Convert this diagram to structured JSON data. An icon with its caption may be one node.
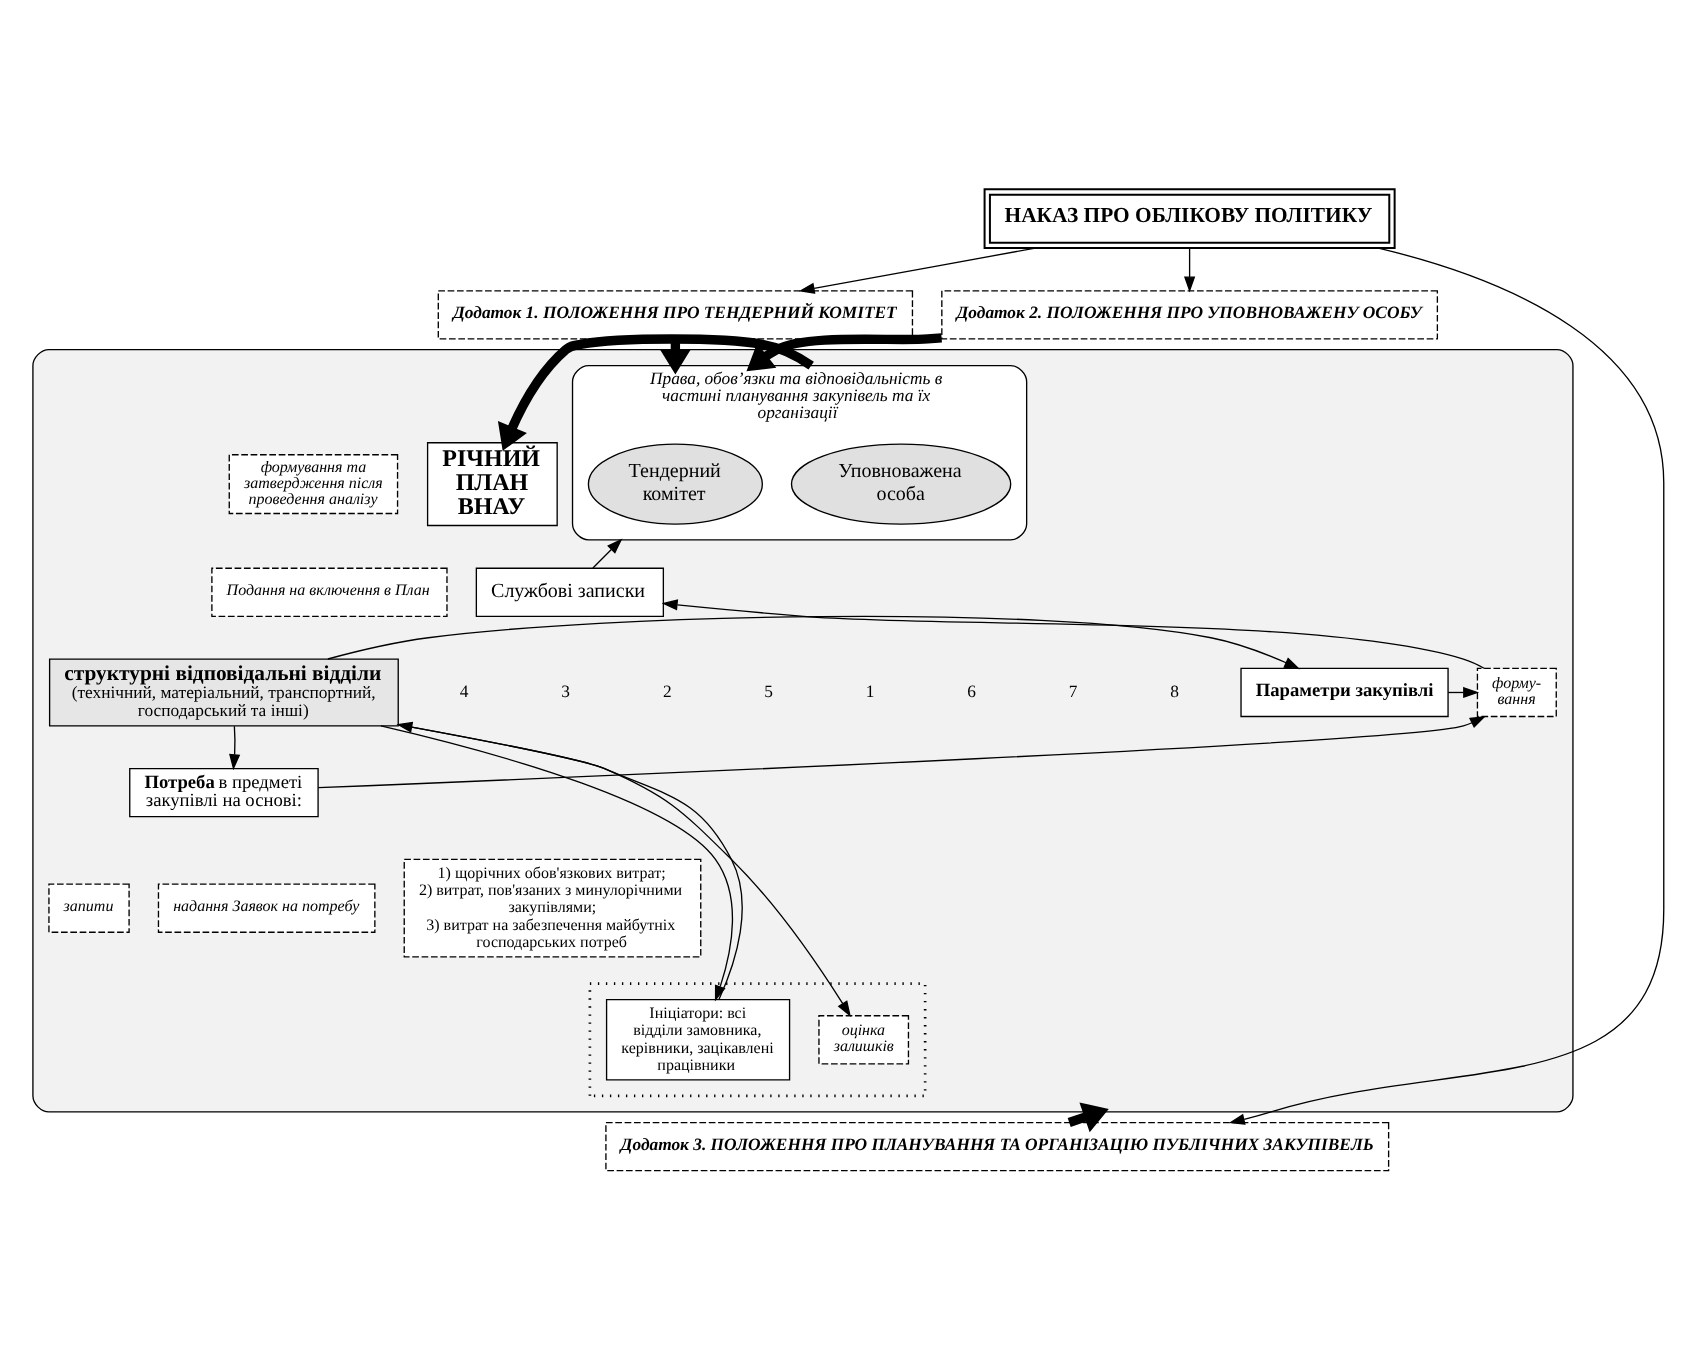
{
  "diagram": {
    "nodes": [
      {
        "text": [
          "НАКАЗ ПРО ОБЛІКОВУ ПОЛІТИКУ"
        ]
      },
      {
        "text": [
          "Додаток 1. ПОЛОЖЕННЯ ПРО ТЕНДЕРНИЙ КОМІТЕТ"
        ]
      },
      {
        "text": [
          "Додаток 2. ПОЛОЖЕННЯ ПРО УПОВНОВАЖЕНУ ОСОБУ"
        ]
      },
      {
        "text": [],
        "shape": "box"
      },
      {
        "text": [
          "Права, обов’язки та відповідальність в частині планування закупівель та їх організації"
        ],
        "in": 3
      },
      {
        "text": [
          "Тендерний комітет"
        ],
        "in": 4
      },
      {
        "text": [
          "Уповноважена особа"
        ],
        "in": 4
      },
      {
        "text": [
          "формування та затвердження після проведення аналізу"
        ],
        "in": 3
      },
      {
        "text": [
          "РІЧНИЙ ПЛАН ВНАУ"
        ],
        "in": 3
      },
      {
        "text": [
          "Подання на включення в План"
        ],
        "in": 3
      },
      {
        "text": [
          "Службові записки"
        ],
        "in": 3
      },
      {
        "text": [
          "структурні відповідальні відділи",
          "(технічний, матеріальний, транспортний, господарський та інші)"
        ],
        "in": 3
      },
      {
        "text": [
          "Параметри закупівлі"
        ],
        "in": 3
      },
      {
        "text": [
          "**Потреба** в предметі закупівлі на основі:"
        ],
        "in": 3
      },
      {
        "text": [
          "форму- вання"
        ],
        "in": 3
      },
      {
        "text": [
          "1) щорічних обов'язкових витрат;",
          "2) витрат, пов'язаних з минулорічними закупівлями;",
          "3) витрат на забезпечення майбутніх господарських потреб"
        ],
        "in": 3
      },
      {
        "text": [],
        "shape": "box",
        "in": 3
      },
      {
        "text": [
          "запити"
        ],
        "in": 3
      },
      {
        "text": [
          "надання Заявок на потребу"
        ],
        "in": 3
      },
      {
        "text": [
          "Ініціатори: всі відділи замовника, керівники, зацікавлені працівники"
        ],
        "in": 16
      },
      {
        "text": [
          "оцінка залишків"
        ],
        "in": 16
      },
      {
        "text": [
          "Додаток 3. ПОЛОЖЕННЯ ПРО ПЛАНУВАННЯ ТА ОРГАНІЗАЦІЮ ПУБЛІЧНИХ ЗАКУПІВЕЛЬ"
        ]
      }
    ],
    "edges": [
      {
        "from": 0,
        "to": 1,
        "arrow": "to"
      },
      {
        "from": 0,
        "to": 2,
        "arrow": "to"
      },
      {
        "from": 0,
        "to": 21,
        "arrow": "to"
      },
      {
        "from": 1,
        "to": 4,
        "arrow": "to",
        "style": "thick"
      },
      {
        "from": 2,
        "to": 4,
        "arrow": "to",
        "style": "thick"
      },
      {
        "from": 4,
        "to": 8,
        "arrow": "to",
        "style": "thick"
      },
      {
        "from": 10,
        "to": 4,
        "arrow": "to"
      },
      {
        "from": 11,
        "to": 12,
        "arrow": "to"
      },
      {
        "from": 11,
        "to": 13,
        "arrow": "to"
      },
      {
        "from": 12,
        "to": 14,
        "arrow": "to"
      },
      {
        "from": 13,
        "to": 14,
        "arrow": "to"
      },
      {
        "from": 14,
        "to": 10,
        "arrow": "to"
      },
      {
        "from": 11,
        "to": 19,
        "arrow": "to"
      },
      {
        "from": 19,
        "to": 11,
        "arrow": "to"
      },
      {
        "from": 11,
        "to": 20,
        "arrow": "to"
      },
      {
        "from": 21,
        "to": 3,
        "arrow": "to",
        "style": "thick"
      }
    ],
    "labels": [
      "8",
      "7",
      "6",
      "1",
      "5",
      "2",
      "3",
      "4"
    ]
  }
}
